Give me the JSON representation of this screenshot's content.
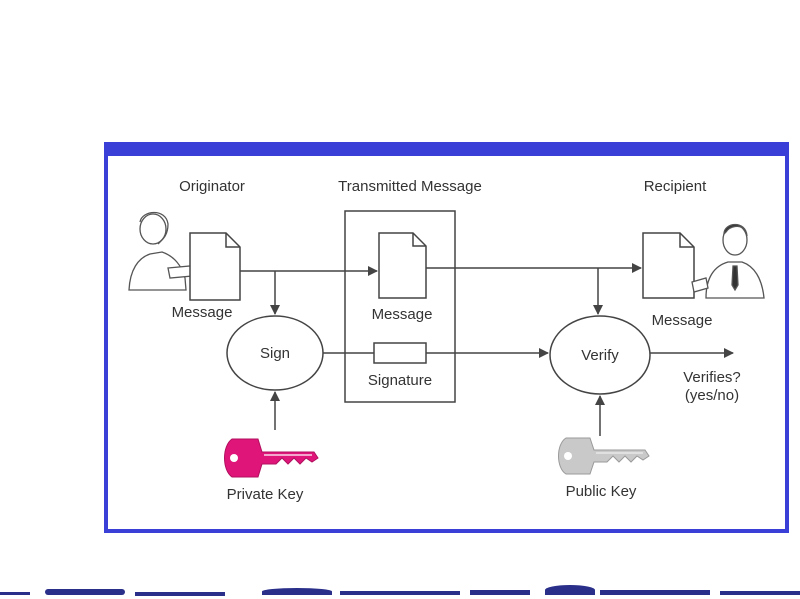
{
  "colors": {
    "frame": "#3a3fd8",
    "ink": "#444444",
    "private_key": "#e0157a",
    "public_key": "#c9c9c9",
    "bottom_strokes": "#2a2f8a"
  },
  "diagram": {
    "originator_label": "Originator",
    "transmitted_label": "Transmitted Message",
    "recipient_label": "Recipient",
    "message_left": "Message",
    "message_mid": "Message",
    "message_right": "Message",
    "sign": "Sign",
    "signature": "Signature",
    "verify": "Verify",
    "verifies_line1": "Verifies?",
    "verifies_line2": "(yes/no)",
    "private_key": "Private Key",
    "public_key": "Public Key"
  },
  "icons": {
    "originator": "person-female-icon",
    "recipient": "person-male-icon",
    "document": "document-icon",
    "private_key": "key-icon",
    "public_key": "key-icon"
  }
}
